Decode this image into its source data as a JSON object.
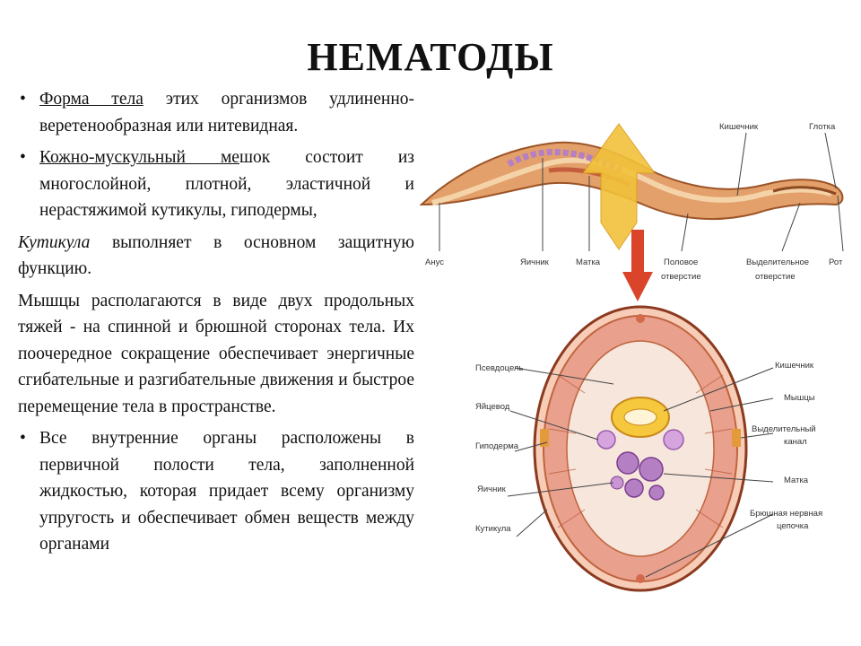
{
  "title": "НЕМАТОДЫ",
  "text": {
    "p1_a": "Форма тела",
    "p1_b": " этих организмов удлиненно-веретенообразная или нитевидная.",
    "p2_a": "Кожно-мускульный ме",
    "p2_b": "шок состоит из многослойной, плотной, эластичной и нерастяжимой кутикулы, гиподермы,",
    "p3_a": "Кутикула",
    "p3_b": " выполняет в основном защитную функцию.",
    "p4": "Мышцы располагаются в виде двух продольных тяжей - на спинной и брюшной сторонах тела. Их поочередное сокращение обеспечивает энергичные сгибательные и разгибательные движения и быстрое перемещение тела в пространстве.",
    "p5": "Все внутренние органы расположены в первичной полости тела, заполненной жидкостью, которая придает всему организму упругость и обеспечивает обмен веществ между органами"
  },
  "worm_labels": {
    "intestine": "Кишечник",
    "pharynx": "Глотка",
    "anus": "Анус",
    "ovary": "Яичник",
    "uterus": "Матка",
    "genital_1": "Половое",
    "genital_2": "отверстие",
    "excretory_1": "Выделительное",
    "excretory_2": "отверстие",
    "mouth": "Рот"
  },
  "section_labels": {
    "pseudocoel": "Псевдоцель",
    "oviduct": "Яйцевод",
    "hypodermis": "Гиподерма",
    "ovary": "Яичник",
    "cuticle": "Кутикула",
    "intestine": "Кишечник",
    "muscles": "Мышцы",
    "excretory_canal_1": "Выделительный",
    "excretory_canal_2": "канал",
    "uterus": "Матка",
    "nerve_cord_1": "Брюшная нервная",
    "nerve_cord_2": "цепочка"
  },
  "colors": {
    "body": "#e3a06a",
    "body_dark": "#b9672e",
    "arrow_yellow": "#f2c23a",
    "arrow_red": "#d9442b",
    "muscle": "#e9a08c",
    "purple": "#b57fc4"
  }
}
